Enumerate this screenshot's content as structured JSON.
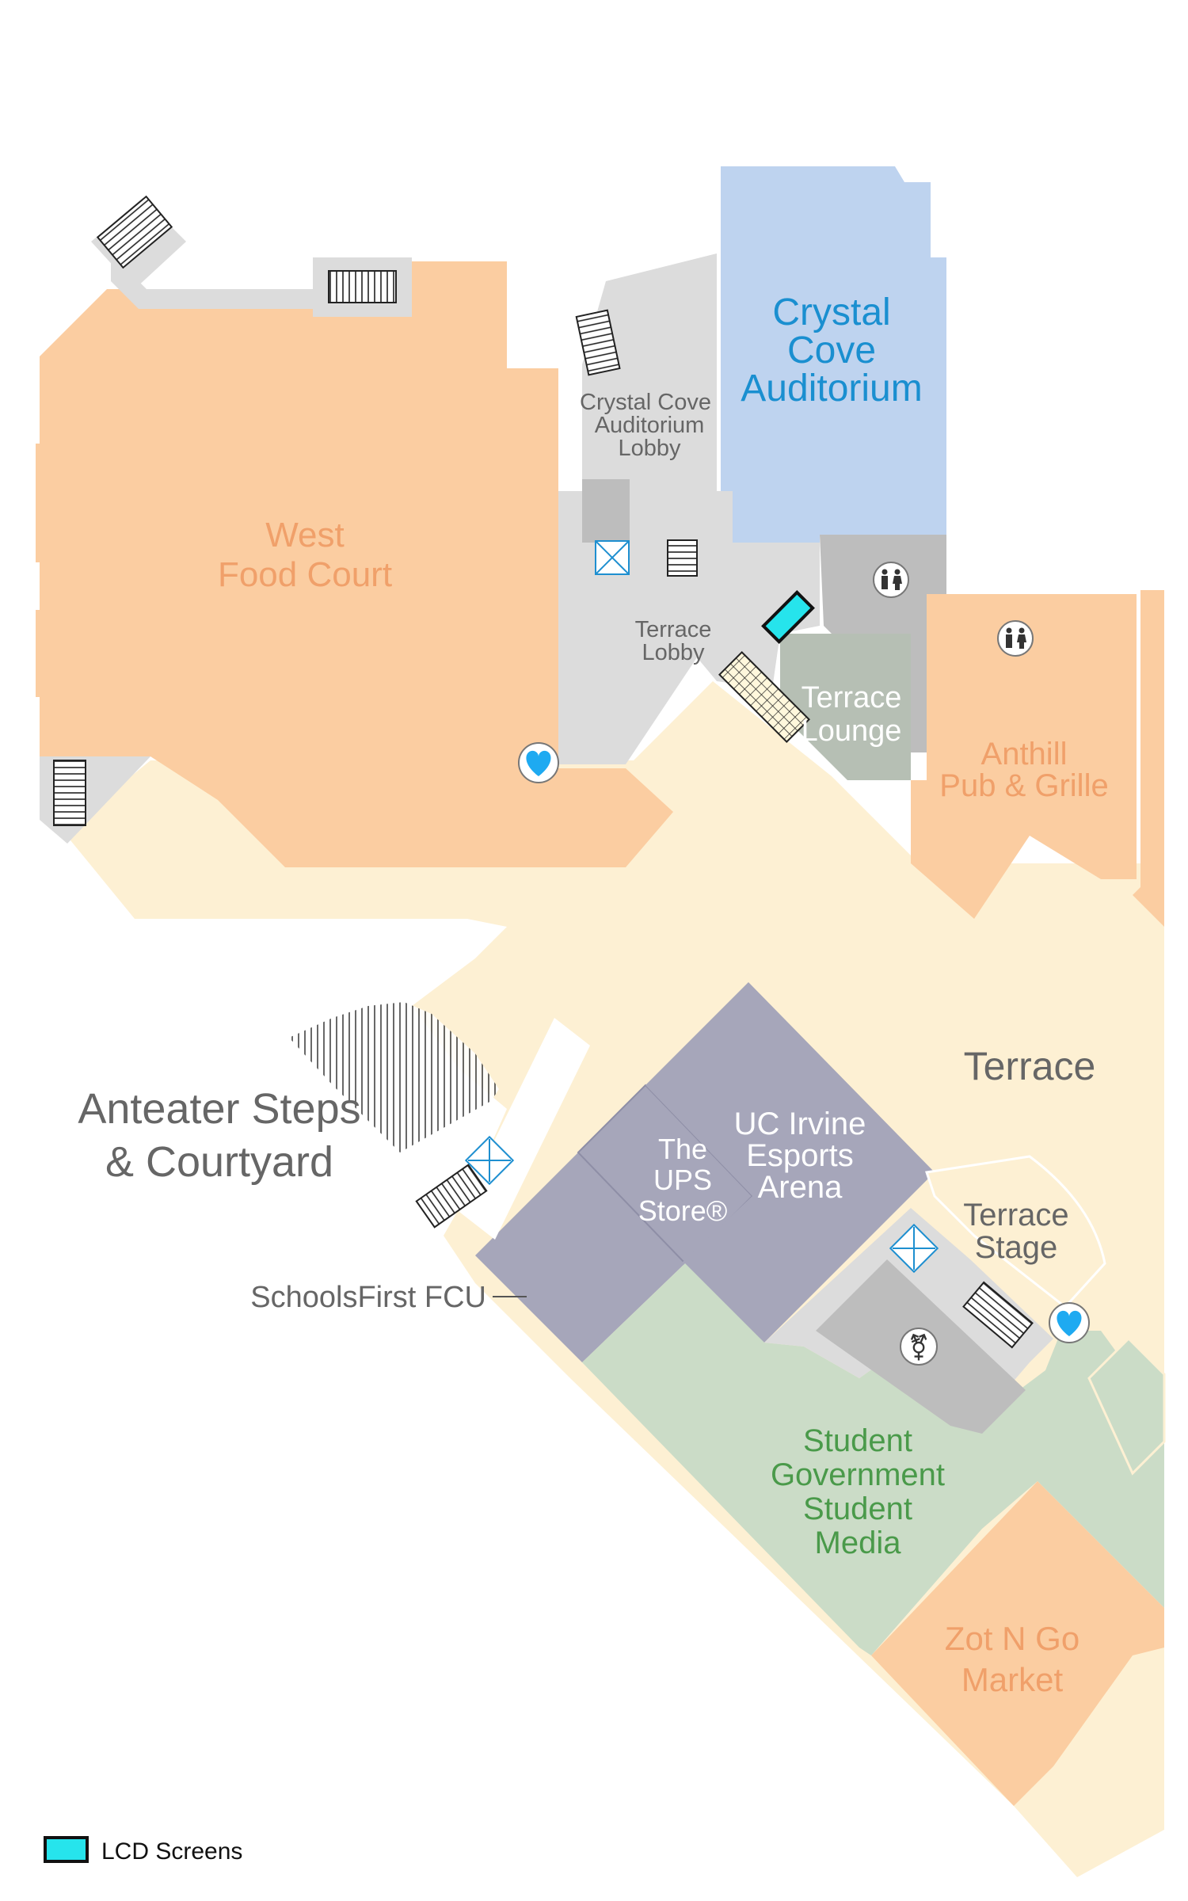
{
  "colors": {
    "terrace": "#fdf0d3",
    "food": "#fbcda1",
    "food_text": "#f0a06a",
    "auditorium": "#bed3ef",
    "auditorium_text": "#1a8fd0",
    "gray": "#dcdcdc",
    "gray_dark": "#bdbdbd",
    "lounge": "#b6bfb4",
    "purple": "#a6a6ba",
    "green": "#cbdcc7",
    "green_text": "#4a9a4a",
    "lcd": "#26e4ec",
    "heart": "#1eaaf1",
    "text_gray": "#666666"
  },
  "labels": {
    "west_food_court": [
      "West",
      "Food Court"
    ],
    "crystal_cove_auditorium": [
      "Crystal",
      "Cove",
      "Auditorium"
    ],
    "crystal_cove_lobby": [
      "Crystal Cove",
      "Auditorium",
      "Lobby"
    ],
    "terrace_lobby": [
      "Terrace",
      "Lobby"
    ],
    "terrace_lounge": [
      "Terrace",
      "Lounge"
    ],
    "anthill": [
      "Anthill",
      "Pub & Grille"
    ],
    "terrace": "Terrace",
    "anteater_steps": [
      "Anteater Steps",
      "& Courtyard"
    ],
    "ups_store": [
      "The",
      "UPS",
      "Store®"
    ],
    "esports": [
      "UC Irvine",
      "Esports",
      "Arena"
    ],
    "terrace_stage": [
      "Terrace",
      "Stage"
    ],
    "schoolsfirst": "SchoolsFirst FCU",
    "student_gov": [
      "Student",
      "Government",
      "Student",
      "Media"
    ],
    "zot_n_go": [
      "Zot N Go",
      "Market"
    ]
  },
  "legend": {
    "lcd_label": "LCD Screens"
  },
  "icons": [
    "restroom-icon",
    "restroom-icon",
    "all-gender-restroom-icon",
    "heart-icon",
    "heart-icon",
    "elevator-icon",
    "stairs-icon",
    "lcd-screen-icon"
  ]
}
